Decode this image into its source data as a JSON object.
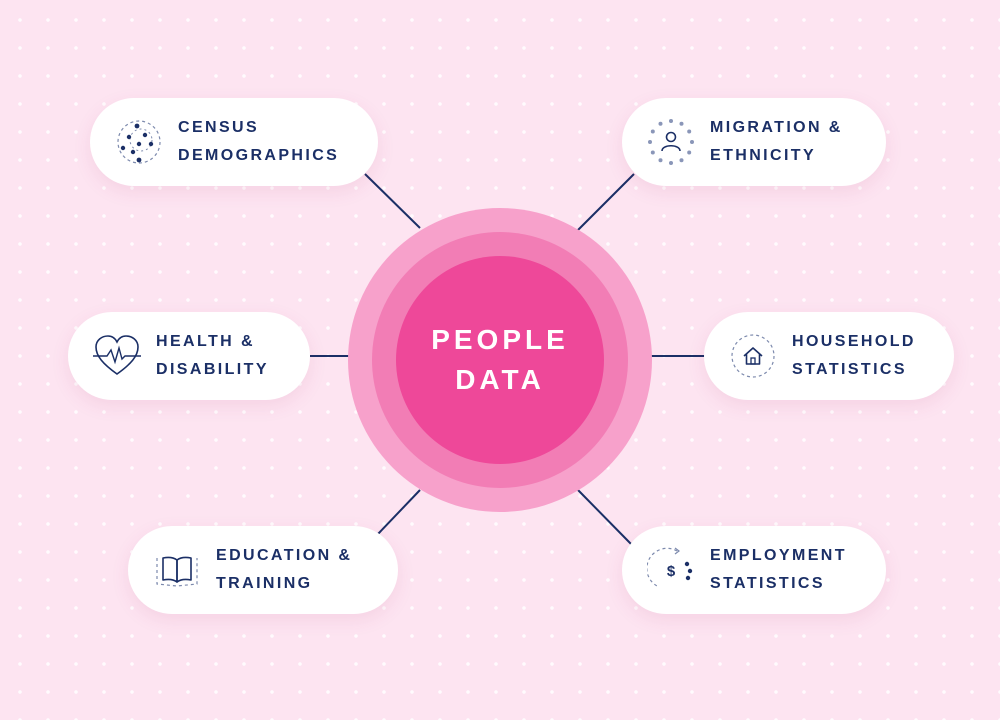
{
  "center": {
    "line1": "PEOPLE",
    "line2": "DATA"
  },
  "colors": {
    "background": "#fde4f1",
    "connector": "#1b2f66",
    "center": "#ee4899",
    "text": "#1b2f66"
  },
  "nodes": [
    {
      "line1": "CENSUS",
      "line2": "DEMOGRAPHICS",
      "icon": "dotted-circle-network-icon"
    },
    {
      "line1": "MIGRATION &",
      "line2": "ETHNICITY",
      "icon": "person-dotted-circle-icon"
    },
    {
      "line1": "HEALTH &",
      "line2": "DISABILITY",
      "icon": "heart-pulse-icon"
    },
    {
      "line1": "HOUSEHOLD",
      "line2": "STATISTICS",
      "icon": "house-icon"
    },
    {
      "line1": "EDUCATION &",
      "line2": "TRAINING",
      "icon": "open-book-icon"
    },
    {
      "line1": "EMPLOYMENT",
      "line2": "STATISTICS",
      "icon": "dollar-cycle-icon"
    }
  ]
}
